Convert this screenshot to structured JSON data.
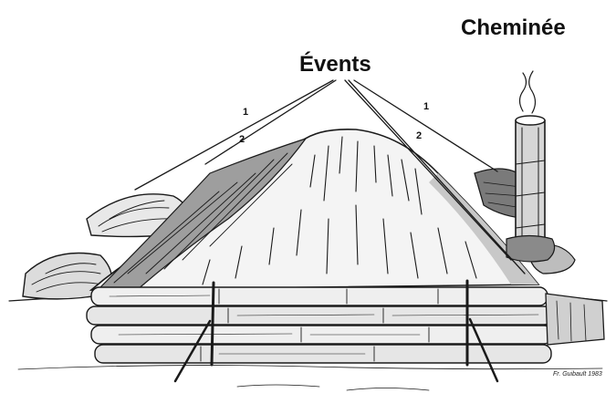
{
  "labels": {
    "chimney": "Cheminée",
    "vents": "Évents",
    "vent_upper_left": "1",
    "vent_lower_left": "2",
    "vent_lower_right": "2",
    "vent_upper_right": "1"
  },
  "signature": "Fr. Guibault 1983",
  "colors": {
    "ink": "#1a1a1a",
    "paper": "#ffffff",
    "shade": "#bdbdbd"
  }
}
